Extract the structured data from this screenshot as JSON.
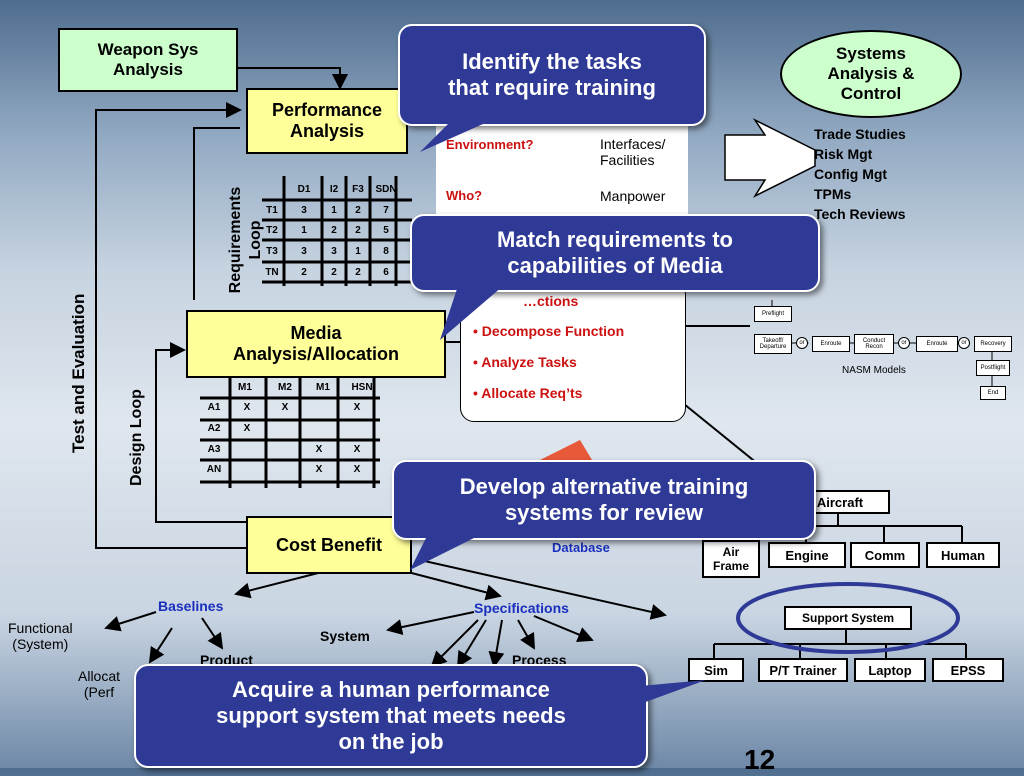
{
  "boxes": {
    "weapon_sys": "Weapon Sys\nAnalysis",
    "performance": "Performance\nAnalysis",
    "media": "Media\nAnalysis/Allocation",
    "cost_benefit": "Cost Benefit",
    "systems_analysis": "Systems\nAnalysis &\nControl"
  },
  "systems_list": [
    "Trade Studies",
    "Risk Mgt",
    "Config Mgt",
    "TPMs",
    "Tech Reviews"
  ],
  "loops": {
    "test_eval": "Test and Evaluation",
    "requirements": "Requirements\nLoop",
    "design": "Design Loop"
  },
  "callouts": {
    "identify": "Identify the tasks\nthat require training",
    "match": "Match requirements to\ncapabilities of Media",
    "develop": "Develop alternative training\nsystems for review",
    "acquire": "Acquire a human performance\nsupport system that meets needs\non the job"
  },
  "env_panel": {
    "environment": "Environment?",
    "interfaces": "Interfaces/\nFacilities",
    "who": "Who?",
    "manpower": "Manpower"
  },
  "functions_panel": {
    "item1": "…ctions",
    "item2": "• Decompose Function",
    "item3": "• Analyze Tasks",
    "item4": "• Allocate Req’ts"
  },
  "perf_matrix": {
    "headers": [
      "D1",
      "I2",
      "F3",
      "SDN"
    ],
    "rows": [
      {
        "label": "T1",
        "values": [
          "3",
          "1",
          "2",
          "7"
        ]
      },
      {
        "label": "T2",
        "values": [
          "1",
          "2",
          "2",
          "5"
        ]
      },
      {
        "label": "T3",
        "values": [
          "3",
          "3",
          "1",
          "8"
        ]
      },
      {
        "label": "TN",
        "values": [
          "2",
          "2",
          "2",
          "6"
        ]
      }
    ]
  },
  "media_matrix": {
    "headers": [
      "M1",
      "M2",
      "M1",
      "HSN"
    ],
    "rows": [
      {
        "label": "A1",
        "values": [
          "X",
          "X",
          "",
          "X"
        ]
      },
      {
        "label": "A2",
        "values": [
          "X",
          "",
          "",
          ""
        ]
      },
      {
        "label": "A3",
        "values": [
          "",
          "",
          "X",
          "X"
        ]
      },
      {
        "label": "AN",
        "values": [
          "",
          "",
          "X",
          "X"
        ]
      }
    ]
  },
  "nasm": {
    "label": "NASM Models",
    "preflight": "Preflight",
    "takeoff": "Takeoff/\nDeparture",
    "enroute1": "Enroute",
    "conduct": "Conduct\nRecon",
    "enroute2": "Enroute",
    "recovery": "Recovery",
    "postflight": "Postflight",
    "end": "End",
    "or": "or"
  },
  "aircraft_tree": {
    "root": "Aircraft",
    "children": [
      "Air\nFrame",
      "Engine",
      "Comm",
      "Human"
    ]
  },
  "support_tree": {
    "root": "Support System",
    "children": [
      "Sim",
      "P/T Trainer",
      "Laptop",
      "EPSS"
    ]
  },
  "lower": {
    "baselines": "Baselines",
    "specifications": "Specifications",
    "functional": "Functional\n(System)",
    "allocated": "Allocat\n(Perf",
    "product": "Product",
    "system": "System",
    "process": "Process",
    "database": "Database"
  },
  "page_number": "12"
}
